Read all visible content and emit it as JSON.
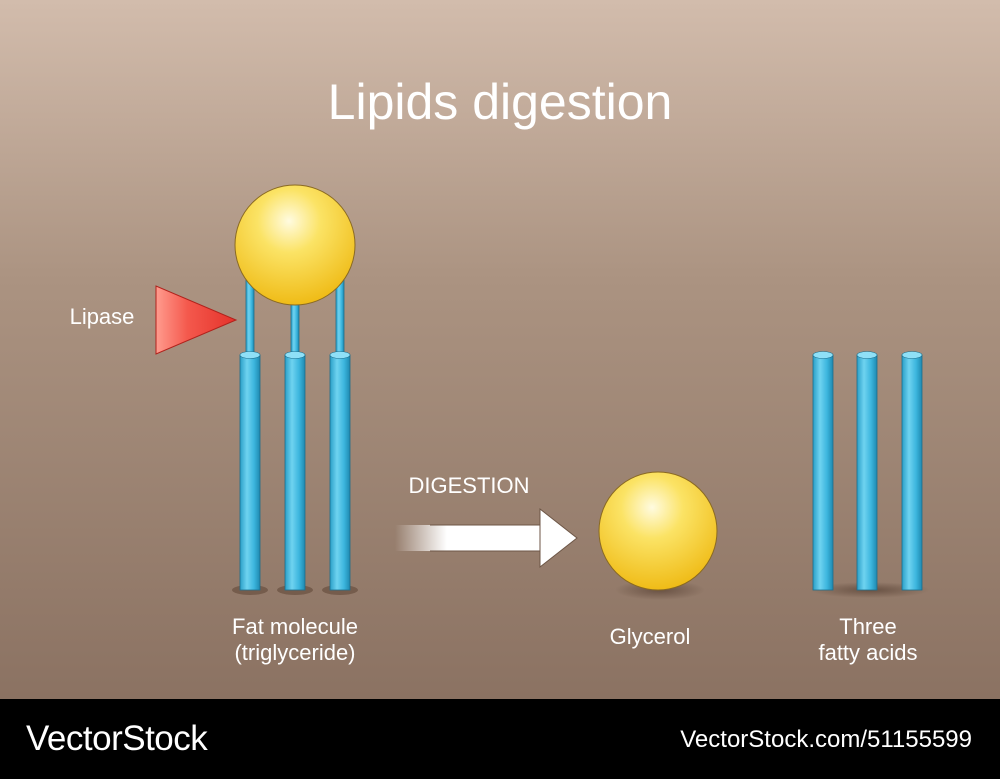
{
  "title": "Lipids digestion",
  "labels": {
    "lipase": "Lipase",
    "digestion": "DIGESTION",
    "fat_molecule_line1": "Fat molecule",
    "fat_molecule_line2": "(triglyceride)",
    "glycerol": "Glycerol",
    "fatty_acids_line1": "Three",
    "fatty_acids_line2": "fatty acids"
  },
  "footer": {
    "brand": "VectorStock",
    "image_id": "VectorStock.com/51155599"
  },
  "colors": {
    "sphere": "#f2c81c",
    "sphere_highlight": "#fff6c8",
    "fatty_acid": "#35b4dc",
    "enzyme": "#e8403a",
    "arrow": "#ffffff"
  }
}
